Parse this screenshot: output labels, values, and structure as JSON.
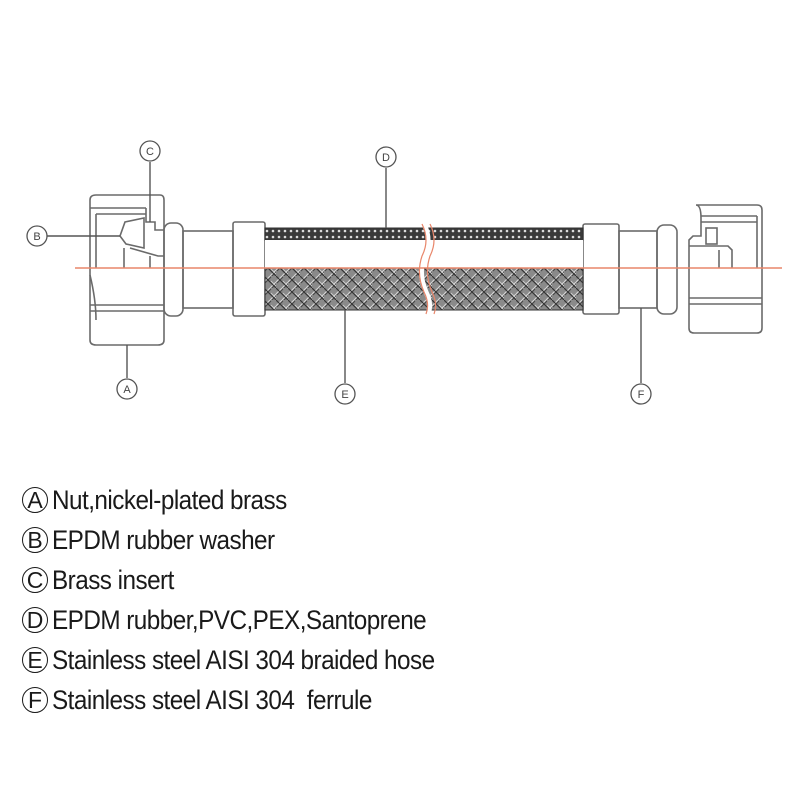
{
  "diagram": {
    "title": "Braided flexible hose assembly",
    "callouts": [
      {
        "letter": "A"
      },
      {
        "letter": "B"
      },
      {
        "letter": "C"
      },
      {
        "letter": "D"
      },
      {
        "letter": "E"
      },
      {
        "letter": "F"
      }
    ],
    "colors": {
      "outline": "#6a6a6a",
      "centerline": "#e8866a",
      "braid": "#555555",
      "text": "#1a1a1a"
    }
  },
  "legend": {
    "items": [
      {
        "letter": "A",
        "text": "Nut,nickel-plated brass"
      },
      {
        "letter": "B",
        "text": "EPDM rubber washer"
      },
      {
        "letter": "C",
        "text": "Brass insert"
      },
      {
        "letter": "D",
        "text": "EPDM rubber,PVC,PEX,Santoprene"
      },
      {
        "letter": "E",
        "text": "Stainless steel AISI 304 braided hose"
      },
      {
        "letter": "F",
        "text": "Stainless steel AISI 304  ferrule"
      }
    ]
  }
}
